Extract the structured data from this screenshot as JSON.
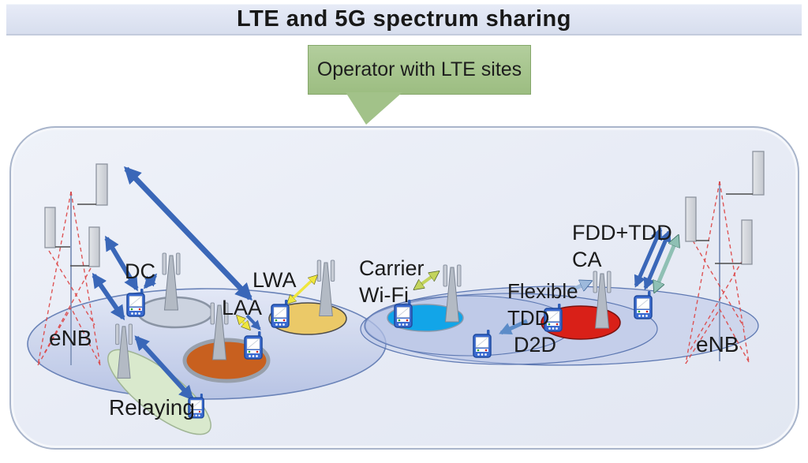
{
  "title_bar": {
    "title": "LTE and 5G spectrum sharing"
  },
  "callout": {
    "text": "Operator with LTE sites",
    "fill_color": "#a2c289"
  },
  "diagram": {
    "left_enb_label": "eNB",
    "right_enb_label": "eNB",
    "techniques": {
      "dc": {
        "label": "DC",
        "zone_color": "#ccd3e0"
      },
      "laa": {
        "label": "LAA",
        "zone_color": "#c8601f"
      },
      "lwa": {
        "label": "LWA",
        "zone_color": "#ebc968"
      },
      "carrier_wifi": {
        "line1": "Carrier",
        "line2": "Wi-Fi",
        "zone_color": "#12a5e8"
      },
      "flexible_tdd": {
        "line1": "Flexible",
        "line2": "TDD",
        "zone_color": "#d92018"
      },
      "d2d": {
        "label": "D2D"
      },
      "fdd_tdd_ca": {
        "line1": "FDD+TDD",
        "line2": "CA"
      },
      "relaying": {
        "label": "Relaying",
        "zone_color": "#d9e9cd"
      }
    },
    "colors": {
      "licensed_arrow": "#3a67b8",
      "unlicensed_arrow": "#efe63e",
      "wifi_arrow": "#c3d45c",
      "d2d_arrow": "#5c8cc8",
      "flex_tdd_arrow": "#9db9dc",
      "ca_outline_arrow": "#8fc0b4",
      "tower_dash_color": "#dd4545",
      "coverage_fill": "#bcc7e6"
    }
  }
}
